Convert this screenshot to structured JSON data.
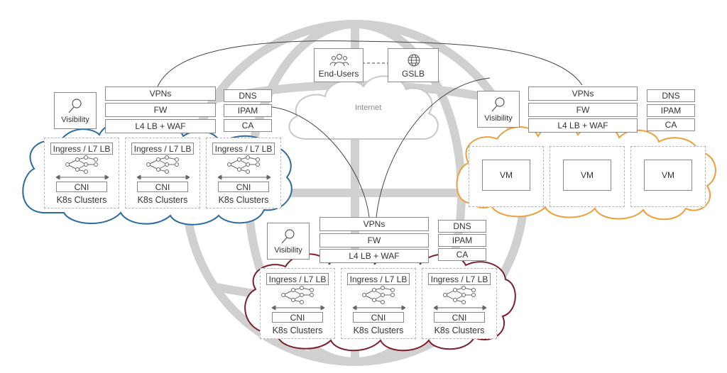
{
  "internet": {
    "label": "Internet"
  },
  "end_users": {
    "label": "End-Users"
  },
  "gslb": {
    "label": "GSLB"
  },
  "left_site": {
    "visibility": "Visibility",
    "stack": [
      "VPNs",
      "FW",
      "L4 LB + WAF"
    ],
    "services": [
      "DNS",
      "IPAM",
      "CA"
    ],
    "clusters": [
      {
        "ingress": "Ingress / L7 LB",
        "cni": "CNI",
        "name": "K8s Clusters"
      },
      {
        "ingress": "Ingress / L7 LB",
        "cni": "CNI",
        "name": "K8s Clusters"
      },
      {
        "ingress": "Ingress / L7 LB",
        "cni": "CNI",
        "name": "K8s Clusters"
      }
    ],
    "cloud_color": "#2c6aa0"
  },
  "right_site": {
    "visibility": "Visibility",
    "stack": [
      "VPNs",
      "FW",
      "L4 LB + WAF"
    ],
    "services": [
      "DNS",
      "IPAM",
      "CA"
    ],
    "vms": [
      "VM",
      "VM",
      "VM"
    ],
    "cloud_color": "#ee9e3a"
  },
  "bottom_site": {
    "visibility": "Visibility",
    "stack": [
      "VPNs",
      "FW",
      "L4 LB + WAF"
    ],
    "services": [
      "DNS",
      "IPAM",
      "CA"
    ],
    "clusters": [
      {
        "ingress": "Ingress / L7 LB",
        "cni": "CNI",
        "name": "K8s Clusters"
      },
      {
        "ingress": "Ingress / L7 LB",
        "cni": "CNI",
        "name": "K8s Clusters"
      },
      {
        "ingress": "Ingress / L7 LB",
        "cni": "CNI",
        "name": "K8s Clusters"
      }
    ],
    "cloud_color": "#7a1f2b"
  },
  "colors": {
    "globe": "#cfcfcf",
    "border": "#8a8a8a",
    "link": "#444444"
  }
}
